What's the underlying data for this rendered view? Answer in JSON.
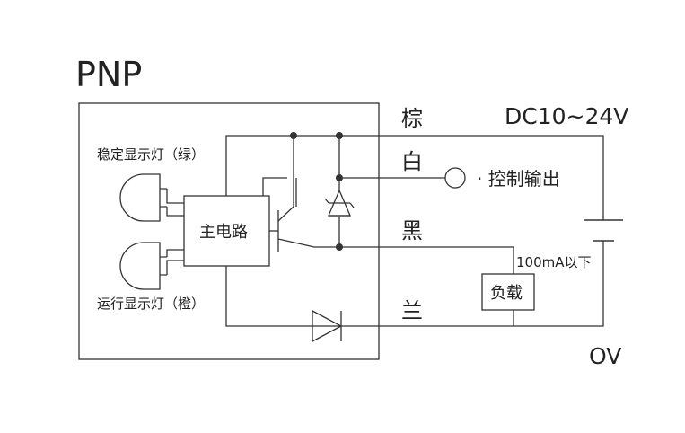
{
  "diagram": {
    "title": "PNP",
    "led_stable": "稳定显示灯（绿）",
    "led_run": "运行显示灯（橙）",
    "main_circuit": "主电路",
    "wire_brown": "棕",
    "wire_white": "白",
    "wire_black": "黑",
    "wire_blue": "兰",
    "supply_voltage": "DC10~24V",
    "control_output": "· 控制输出",
    "current_limit": "100mA以下",
    "load": "负载",
    "zero_volt": "OV"
  },
  "colors": {
    "line": "#333333",
    "text": "#222222",
    "background": "#ffffff"
  }
}
